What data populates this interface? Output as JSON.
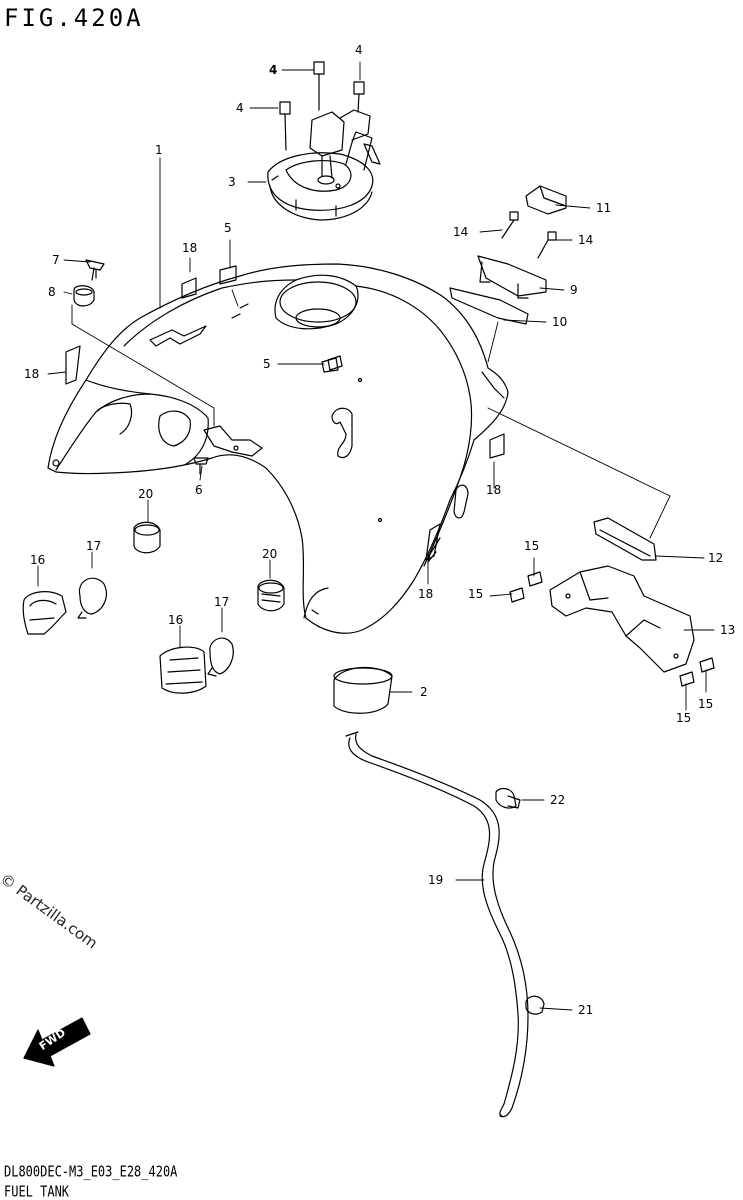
{
  "header": {
    "figure_label": "FIG.420A"
  },
  "footer": {
    "model_code": "DL800DEC-M3_E03_E28_420A",
    "section_name": "FUEL TANK"
  },
  "watermark": {
    "text": "© Partzilla.com"
  },
  "fwd_indicator": {
    "label": "FWD"
  },
  "callouts": {
    "p1": "1",
    "p2": "2",
    "p3": "3",
    "p4a": "4",
    "p4b": "4",
    "p4c": "4",
    "p5a": "5",
    "p5b": "5",
    "p6": "6",
    "p7": "7",
    "p8": "8",
    "p9": "9",
    "p10": "10",
    "p11": "11",
    "p12": "12",
    "p13": "13",
    "p14a": "14",
    "p14b": "14",
    "p15a": "15",
    "p15b": "15",
    "p15c": "15",
    "p15d": "15",
    "p16a": "16",
    "p16b": "16",
    "p17a": "17",
    "p17b": "17",
    "p18a": "18",
    "p18b": "18",
    "p18c": "18",
    "p18d": "18",
    "p19": "19",
    "p20a": "20",
    "p20b": "20",
    "p21": "21",
    "p22": "22"
  },
  "colors": {
    "line": "#000000",
    "background": "#ffffff"
  }
}
